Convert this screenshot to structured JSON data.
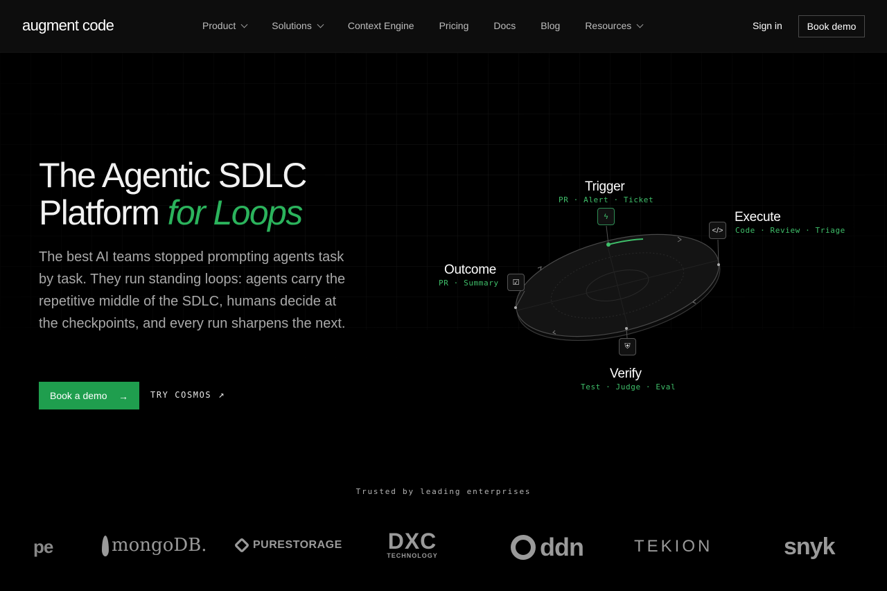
{
  "nav": {
    "logo": "augment code",
    "items": [
      {
        "label": "Product",
        "dropdown": true
      },
      {
        "label": "Solutions",
        "dropdown": true
      },
      {
        "label": "Context Engine",
        "dropdown": false
      },
      {
        "label": "Pricing",
        "dropdown": false
      },
      {
        "label": "Docs",
        "dropdown": false
      },
      {
        "label": "Blog",
        "dropdown": false
      },
      {
        "label": "Resources",
        "dropdown": true
      }
    ],
    "sign_in": "Sign in",
    "book_demo": "Book demo"
  },
  "hero": {
    "title_line1": "The Agentic SDLC",
    "title_line2_plain": "Platform ",
    "title_line2_accent": "for Loops",
    "description": "The best AI teams stopped prompting agents task by task. They run standing loops: agents carry the repetitive middle of the SDLC, humans decide at the checkpoints, and every run sharpens the next.",
    "primary_cta": "Book a demo",
    "secondary_cta": "TRY COSMOS"
  },
  "diagram": {
    "trigger": {
      "title": "Trigger",
      "sub": "PR · Alert · Ticket"
    },
    "execute": {
      "title": "Execute",
      "sub": "Code · Review · Triage"
    },
    "verify": {
      "title": "Verify",
      "sub": "Test · Judge · Eval"
    },
    "outcome": {
      "title": "Outcome",
      "sub": "PR · Summary"
    }
  },
  "trusted": {
    "label": "Trusted by leading enterprises",
    "logos": [
      "pe",
      "mongoDB.",
      "PURESTORAGE",
      "DXC",
      "TECHNOLOGY",
      "ddn",
      "TEKION",
      "snyk"
    ]
  },
  "colors": {
    "accent": "#1f9e4e",
    "accent_text": "#2bb35c",
    "background": "#000000",
    "nav_bg": "#0d0d0d"
  }
}
